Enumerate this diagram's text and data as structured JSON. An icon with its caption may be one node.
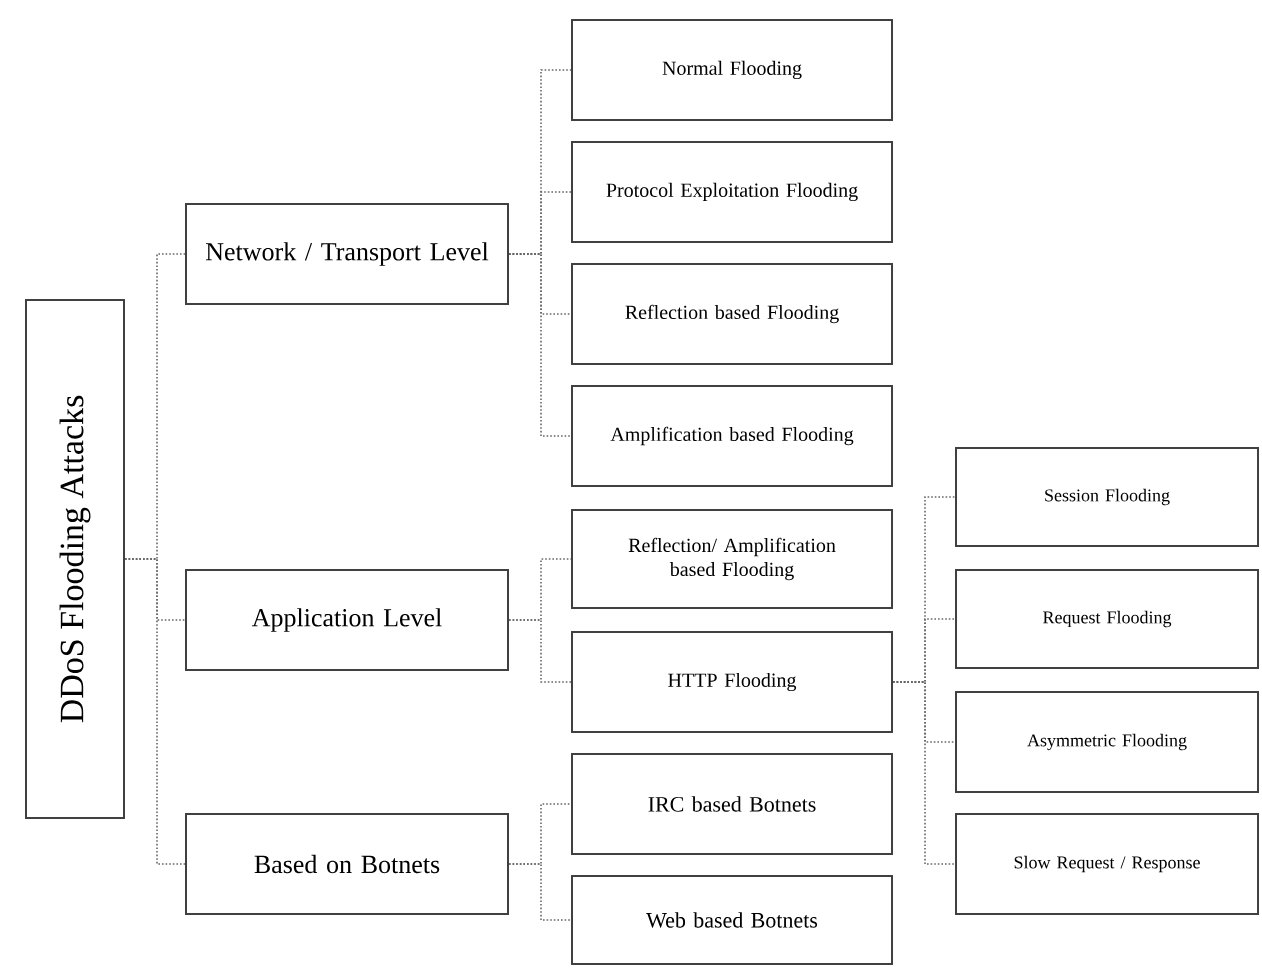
{
  "diagram": {
    "nodes": [
      {
        "text": [
          "DDoS Flooding Attacks"
        ]
      },
      {
        "text": [
          "Network / Transport Level"
        ]
      },
      {
        "text": [
          "Application Level"
        ]
      },
      {
        "text": [
          "Based on Botnets"
        ]
      },
      {
        "text": [
          "Normal Flooding"
        ]
      },
      {
        "text": [
          "Protocol Exploitation Flooding"
        ]
      },
      {
        "text": [
          "Reflection based Flooding"
        ]
      },
      {
        "text": [
          "Amplification based Flooding"
        ]
      },
      {
        "text": [
          "Reflection/ Amplification based Flooding"
        ]
      },
      {
        "text": [
          "HTTP Flooding"
        ]
      },
      {
        "text": [
          "IRC based Botnets"
        ]
      },
      {
        "text": [
          "Web based Botnets"
        ]
      },
      {
        "text": [
          "Session Flooding"
        ]
      },
      {
        "text": [
          "Request Flooding"
        ]
      },
      {
        "text": [
          "Asymmetric Flooding"
        ]
      },
      {
        "text": [
          "Slow Request / Response"
        ]
      }
    ],
    "edges": [
      {
        "from": 0,
        "to": 1,
        "arrow": "none"
      },
      {
        "from": 0,
        "to": 2,
        "arrow": "none"
      },
      {
        "from": 0,
        "to": 3,
        "arrow": "none"
      },
      {
        "from": 1,
        "to": 4,
        "arrow": "none"
      },
      {
        "from": 1,
        "to": 5,
        "arrow": "none"
      },
      {
        "from": 1,
        "to": 6,
        "arrow": "none"
      },
      {
        "from": 1,
        "to": 7,
        "arrow": "none"
      },
      {
        "from": 2,
        "to": 8,
        "arrow": "none"
      },
      {
        "from": 2,
        "to": 9,
        "arrow": "none"
      },
      {
        "from": 3,
        "to": 10,
        "arrow": "none"
      },
      {
        "from": 3,
        "to": 11,
        "arrow": "none"
      },
      {
        "from": 9,
        "to": 12,
        "arrow": "none"
      },
      {
        "from": 9,
        "to": 13,
        "arrow": "none"
      },
      {
        "from": 9,
        "to": 14,
        "arrow": "none"
      },
      {
        "from": 9,
        "to": 15,
        "arrow": "none"
      }
    ]
  }
}
